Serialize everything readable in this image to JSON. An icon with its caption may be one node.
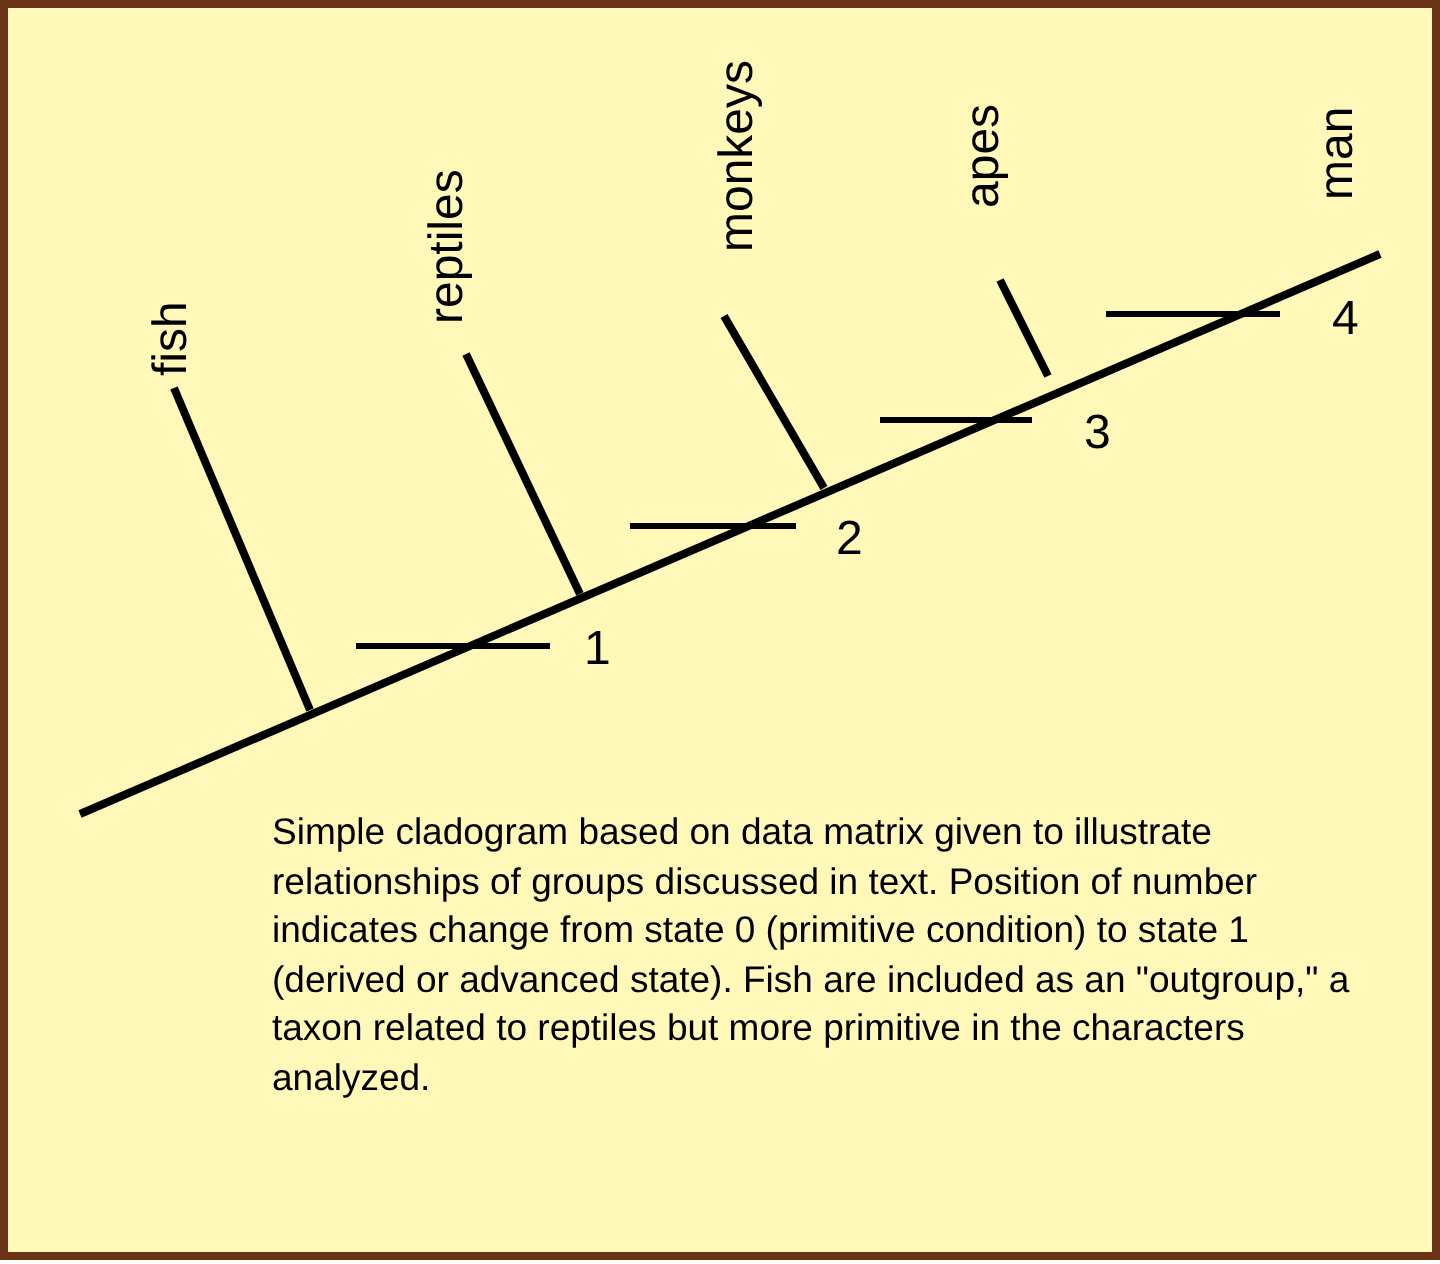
{
  "diagram": {
    "caption": "Simple cladogram based on data matrix given to illustrate relationships of groups discussed in text.  Position of number indicates change from state 0 (primitive condition) to state 1 (derived or advanced state). Fish are included as an \"outgroup,\" a taxon related to reptiles but more primitive in the characters analyzed.",
    "labels": [
      "fish",
      "reptiles",
      "monkeys",
      "apes",
      "man",
      "1",
      "2",
      "3",
      "4"
    ]
  }
}
